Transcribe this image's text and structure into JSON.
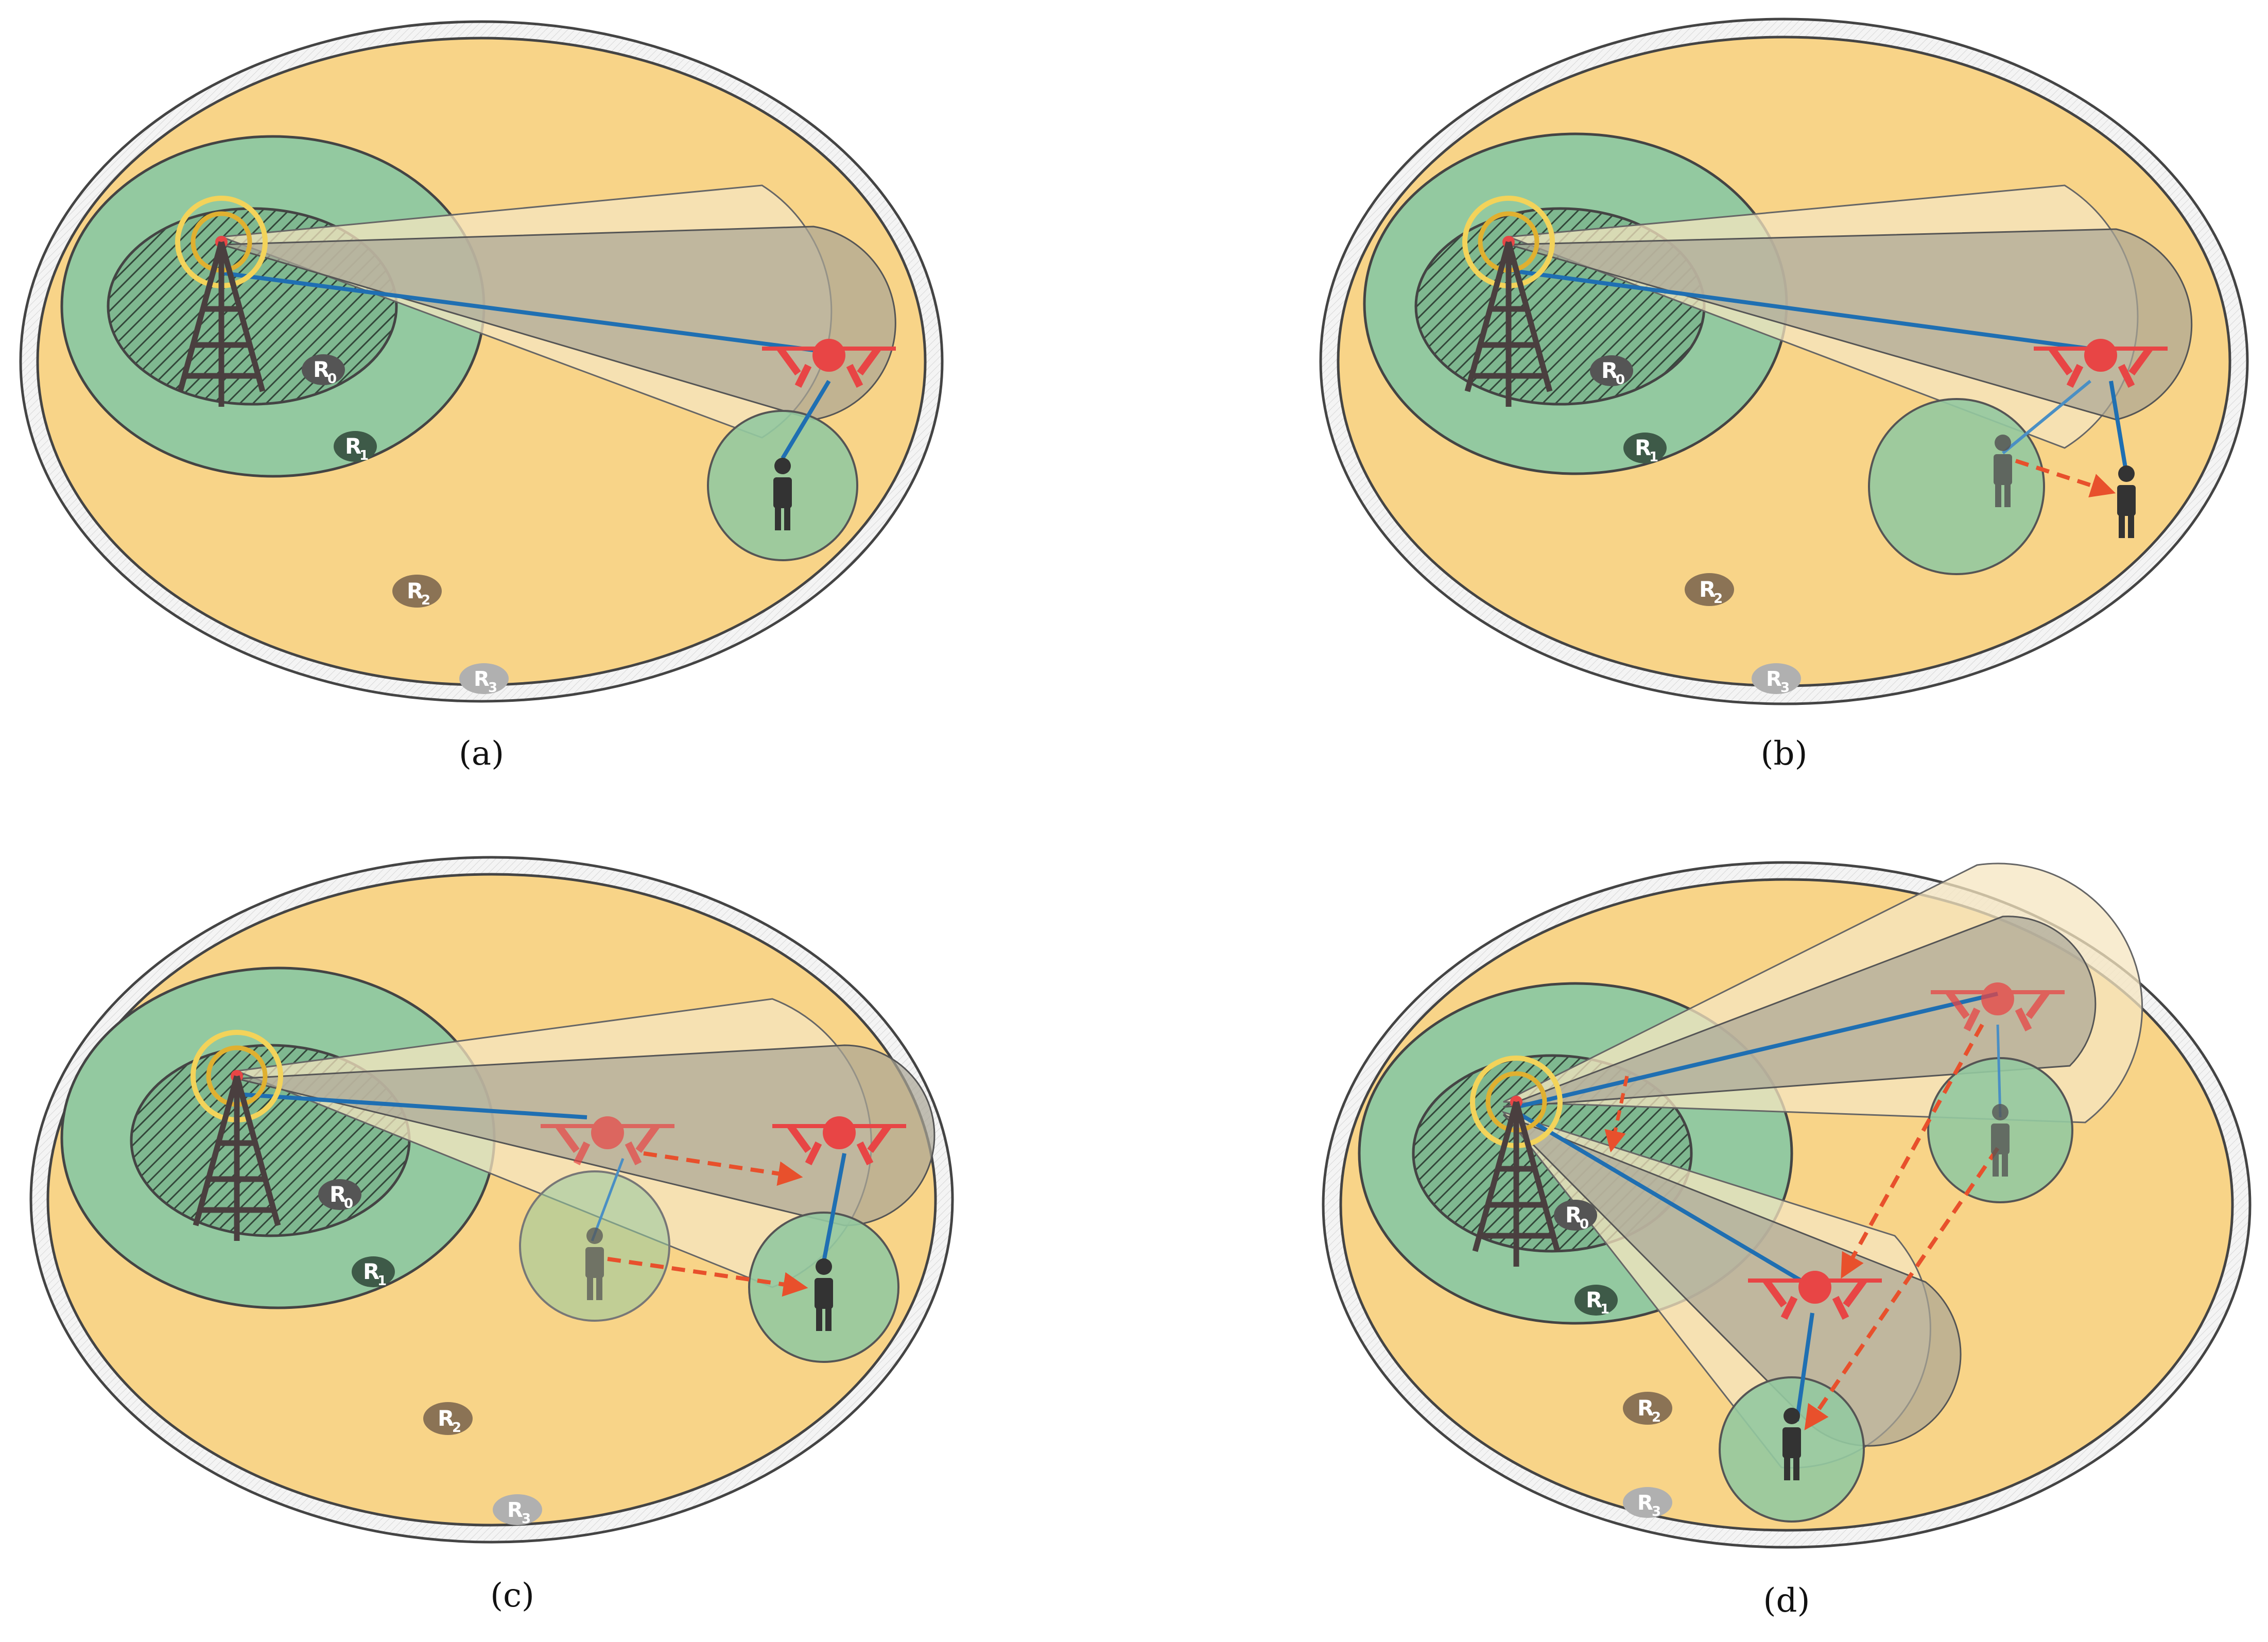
{
  "colors": {
    "outer_ring": "#f2f2f2",
    "coverage": "#f8d488",
    "macro_cell": "#93c9a0",
    "core_cell": "#7fb890",
    "beam_light": "#f5e6c0",
    "beam_dark": "#b7b0a0",
    "link": "#1f6fb2",
    "uav": "#e84545",
    "trajectory": "#e8502c",
    "user": "#333333",
    "tower_ring": "#f3d35a",
    "label_r0": "#555555",
    "label_r1": "#3e5a48",
    "label_r2": "#8b7355",
    "label_r3": "#b0b0b0"
  },
  "icons": [
    "antenna-tower-icon",
    "uav-drone-icon",
    "user-person-icon",
    "trajectory-arrow-icon"
  ],
  "region_labels": {
    "r0": {
      "letter": "R",
      "sub": "0"
    },
    "r1": {
      "letter": "R",
      "sub": "1"
    },
    "r2": {
      "letter": "R",
      "sub": "2"
    },
    "r3": {
      "letter": "R",
      "sub": "3"
    }
  },
  "panels": [
    {
      "id": "a",
      "caption": "(a)"
    },
    {
      "id": "b",
      "caption": "(b)"
    },
    {
      "id": "c",
      "caption": "(c)"
    },
    {
      "id": "d",
      "caption": "(d)"
    }
  ]
}
